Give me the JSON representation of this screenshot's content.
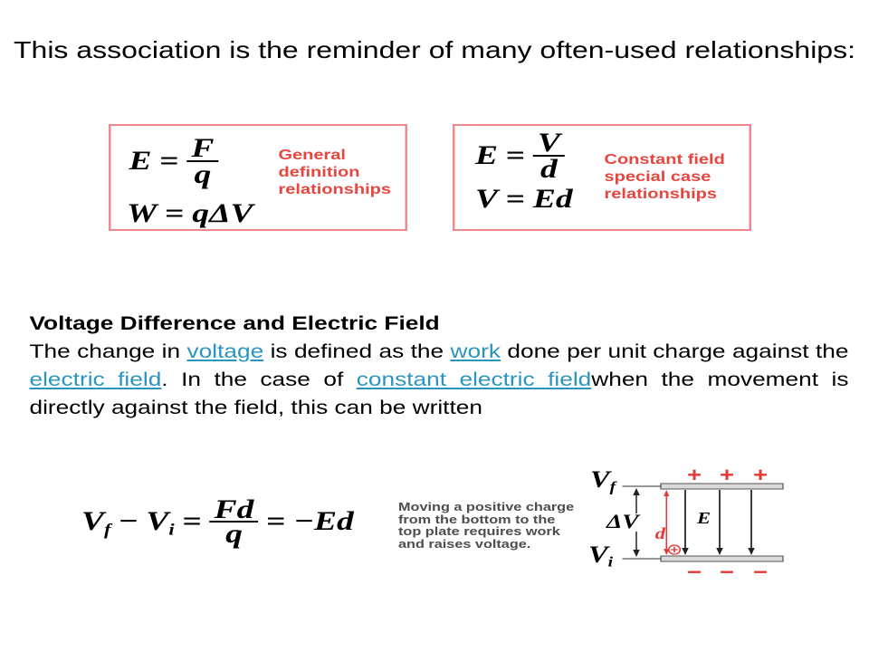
{
  "title": "This association is the reminder of many often-used relationships:",
  "boxes": [
    {
      "f1": {
        "lhs": "E",
        "eq": "=",
        "num": "F",
        "den": "q"
      },
      "f2": {
        "lhs": "W",
        "eq": "=",
        "rhs": "qΔV"
      },
      "caption": [
        "General",
        "definition",
        "relationships"
      ]
    },
    {
      "f1": {
        "lhs": "E",
        "eq": "=",
        "num": "V",
        "den": "d"
      },
      "f2": {
        "lhs": "V",
        "eq": "=",
        "rhs": "Ed"
      },
      "caption": [
        "Constant field",
        "special case",
        "relationships"
      ]
    }
  ],
  "paragraph": {
    "heading": "Voltage Difference and Electric Field",
    "segments": [
      {
        "text": "The change in ",
        "link": false
      },
      {
        "text": "voltage",
        "link": true
      },
      {
        "text": " is defined as the ",
        "link": false
      },
      {
        "text": "work",
        "link": true
      },
      {
        "text": " done per unit charge against the ",
        "link": false
      },
      {
        "text": "electric field",
        "link": true
      },
      {
        "text": ". In the case of ",
        "link": false
      },
      {
        "text": "constant electric field",
        "link": true
      },
      {
        "text": "when the movement is directly against the field, this can be written",
        "link": false
      }
    ]
  },
  "bottom": {
    "formula": {
      "v1": "V",
      "sub1": "f",
      "minus": "−",
      "v2": "V",
      "sub2": "i",
      "eq1": "=",
      "num": "Fd",
      "den": "q",
      "eq2": "=",
      "rhs": "−Ed"
    },
    "caption": [
      "Moving a positive charge",
      "from the bottom to the",
      "top plate requires work",
      "and raises voltage."
    ]
  },
  "diagram": {
    "plus": [
      "+",
      "+",
      "+"
    ],
    "minus": [
      "−",
      "−",
      "−"
    ],
    "v_top": "V",
    "v_top_sub": "f",
    "v_bottom": "V",
    "v_bottom_sub": "i",
    "delta_v": "ΔV",
    "field": "E",
    "distance": "d"
  },
  "colors": {
    "box_border": "#ee8a8c",
    "caption": "#e8453f",
    "link": "#2a95bd",
    "charge": "#e53935"
  }
}
